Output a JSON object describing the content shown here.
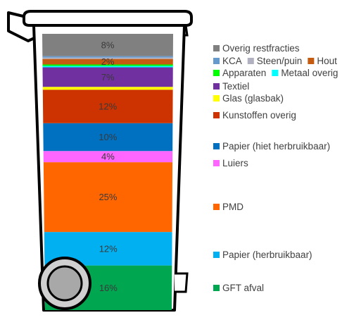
{
  "chart_data": {
    "type": "stacked-bar",
    "title": "",
    "segments": [
      {
        "name": "GFT afval",
        "value": 16,
        "label": "16%",
        "color": "#00a650"
      },
      {
        "name": "Papier (herbruikbaar)",
        "value": 12,
        "label": "12%",
        "color": "#00b0f0"
      },
      {
        "name": "PMD",
        "value": 25,
        "label": "25%",
        "color": "#ff6600"
      },
      {
        "name": "Luiers",
        "value": 4,
        "label": "4%",
        "color": "#ff66ff"
      },
      {
        "name": "Papier (hiet herbruikbaar)",
        "value": 10,
        "label": "10%",
        "color": "#0070c0"
      },
      {
        "name": "Kunstoffen overig",
        "value": 12,
        "label": "12%",
        "color": "#cc3300"
      },
      {
        "name": "Glas (glasbak)",
        "value": 1,
        "label": "",
        "color": "#ffff00"
      },
      {
        "name": "Textiel",
        "value": 7,
        "label": "7%",
        "color": "#7030a0"
      },
      {
        "name": "Metaal overig",
        "value": 0.5,
        "label": "",
        "color": "#00ffff"
      },
      {
        "name": "Apparaten",
        "value": 0.5,
        "label": "",
        "color": "#00ff00"
      },
      {
        "name": "Hout",
        "value": 2,
        "label": "2%",
        "color": "#c55a11"
      },
      {
        "name": "Steen/puin",
        "value": 0.5,
        "label": "",
        "color": "#b0b0c0"
      },
      {
        "name": "KCA",
        "value": 0.5,
        "label": "",
        "color": "#6699cc"
      },
      {
        "name": "Overig restfracties",
        "value": 8,
        "label": "8%",
        "color": "#808080"
      }
    ]
  },
  "legend": [
    {
      "items": [
        {
          "label": "Overig restfracties",
          "color": "#808080"
        }
      ]
    },
    {
      "items": [
        {
          "label": "KCA",
          "color": "#6699cc"
        },
        {
          "label": "Steen/puin",
          "color": "#b0b0c0"
        },
        {
          "label": "Hout",
          "color": "#c55a11"
        }
      ]
    },
    {
      "items": [
        {
          "label": "Apparaten",
          "color": "#00ff00"
        },
        {
          "label": "Metaal overig",
          "color": "#00ffff"
        }
      ]
    },
    {
      "items": [
        {
          "label": "Textiel",
          "color": "#7030a0"
        }
      ]
    },
    {
      "items": [
        {
          "label": "Glas (glasbak)",
          "color": "#ffff00"
        }
      ]
    },
    {
      "items": [
        {
          "label": "Kunstoffen overig",
          "color": "#cc3300"
        }
      ]
    },
    {
      "items": [
        {
          "label": "Papier (hiet herbruikbaar)",
          "color": "#0070c0"
        }
      ]
    },
    {
      "items": [
        {
          "label": "Luiers",
          "color": "#ff66ff"
        }
      ]
    },
    {
      "items": [
        {
          "label": "PMD",
          "color": "#ff6600"
        }
      ]
    },
    {
      "items": [
        {
          "label": "Papier (herbruikbaar)",
          "color": "#00b0f0"
        }
      ]
    },
    {
      "items": [
        {
          "label": "GFT afval",
          "color": "#00a650"
        }
      ]
    }
  ]
}
